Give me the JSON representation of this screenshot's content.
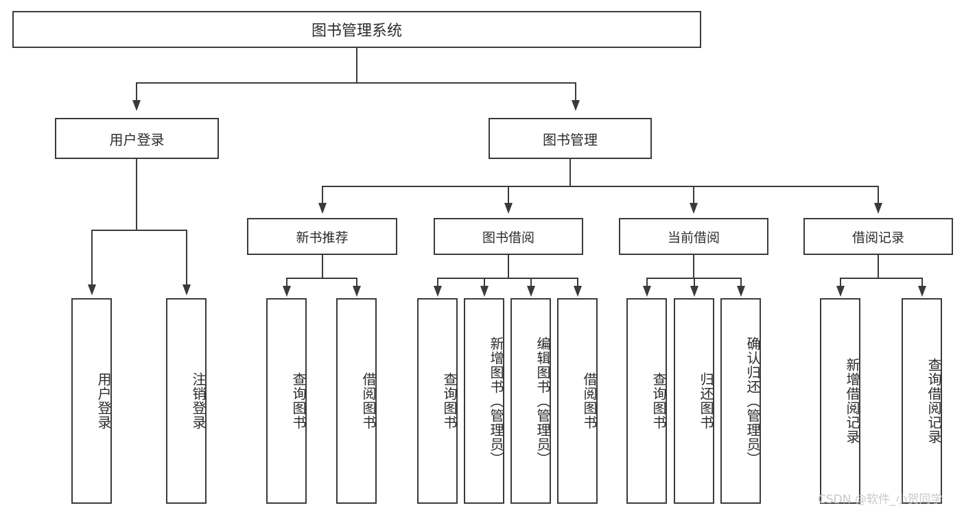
{
  "diagram": {
    "title": "图书管理系统",
    "type": "tree-hierarchy",
    "root": {
      "label": "图书管理系统"
    },
    "level1": [
      {
        "label": "用户登录"
      },
      {
        "label": "图书管理"
      }
    ],
    "level2": [
      {
        "label": "新书推荐"
      },
      {
        "label": "图书借阅"
      },
      {
        "label": "当前借阅"
      },
      {
        "label": "借阅记录"
      }
    ],
    "leaves": {
      "user_login": [
        {
          "label": "用户登录"
        },
        {
          "label": "注销登录"
        }
      ],
      "new_book_recommend": [
        {
          "label": "查询图书"
        },
        {
          "label": "借阅图书"
        }
      ],
      "book_borrow": [
        {
          "label": "查询图书"
        },
        {
          "label": "新增图书（管理员）"
        },
        {
          "label": "编辑图书（管理员）"
        },
        {
          "label": "借阅图书"
        }
      ],
      "current_borrow": [
        {
          "label": "查询图书"
        },
        {
          "label": "归还图书"
        },
        {
          "label": "确认归还（管理员）"
        }
      ],
      "borrow_record": [
        {
          "label": "新增借阅记录"
        },
        {
          "label": "查询借阅记录"
        }
      ]
    }
  },
  "watermark": {
    "text": "CSDN @软件_小贺同学"
  },
  "colors": {
    "stroke": "#3a3a3a",
    "text": "#2b2b2b",
    "background": "#ffffff",
    "watermark": "#c8c8c8"
  }
}
